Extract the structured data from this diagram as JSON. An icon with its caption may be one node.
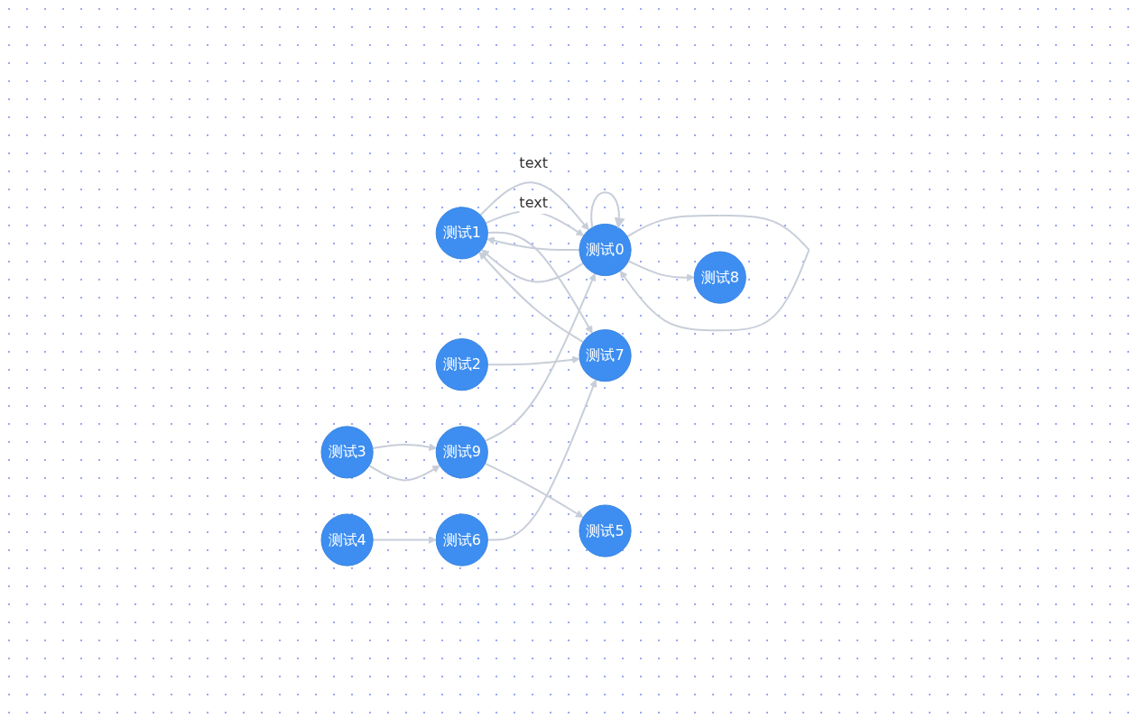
{
  "diagram": {
    "nodes": [
      {
        "text": [
          "测试1"
        ]
      },
      {
        "text": [
          "测试0"
        ]
      },
      {
        "text": [
          "测试7"
        ]
      },
      {
        "text": [
          "测试2"
        ]
      },
      {
        "text": [
          "测试9"
        ]
      },
      {
        "text": [
          "测试8"
        ]
      },
      {
        "text": [
          "测试6"
        ]
      },
      {
        "text": [
          "测试3"
        ]
      },
      {
        "text": [
          "测试5"
        ]
      },
      {
        "text": [
          "测试4"
        ]
      }
    ],
    "edges": [
      {
        "from": 1,
        "to": 1,
        "arrow": "to"
      },
      {
        "from": 1,
        "to": 1,
        "arrow": "to"
      },
      {
        "from": 1,
        "to": 0,
        "arrow": "to"
      },
      {
        "from": 1,
        "to": 0,
        "arrow": "to"
      },
      {
        "from": 0,
        "to": 1,
        "arrow": "to",
        "label": "text"
      },
      {
        "from": 0,
        "to": 1,
        "arrow": "to",
        "label": "text"
      },
      {
        "from": 0,
        "to": 2,
        "arrow": "to"
      },
      {
        "from": 2,
        "to": 0,
        "arrow": "to"
      },
      {
        "from": 3,
        "to": 2,
        "arrow": "to"
      },
      {
        "from": 6,
        "to": 2,
        "arrow": "to"
      },
      {
        "from": 9,
        "to": 6,
        "arrow": "to"
      },
      {
        "from": 4,
        "to": 1,
        "arrow": "to"
      },
      {
        "from": 1,
        "to": 5,
        "arrow": "to"
      },
      {
        "from": 4,
        "to": 8,
        "arrow": "to"
      },
      {
        "from": 7,
        "to": 4,
        "arrow": "to"
      },
      {
        "from": 7,
        "to": 4,
        "arrow": "to"
      }
    ]
  }
}
